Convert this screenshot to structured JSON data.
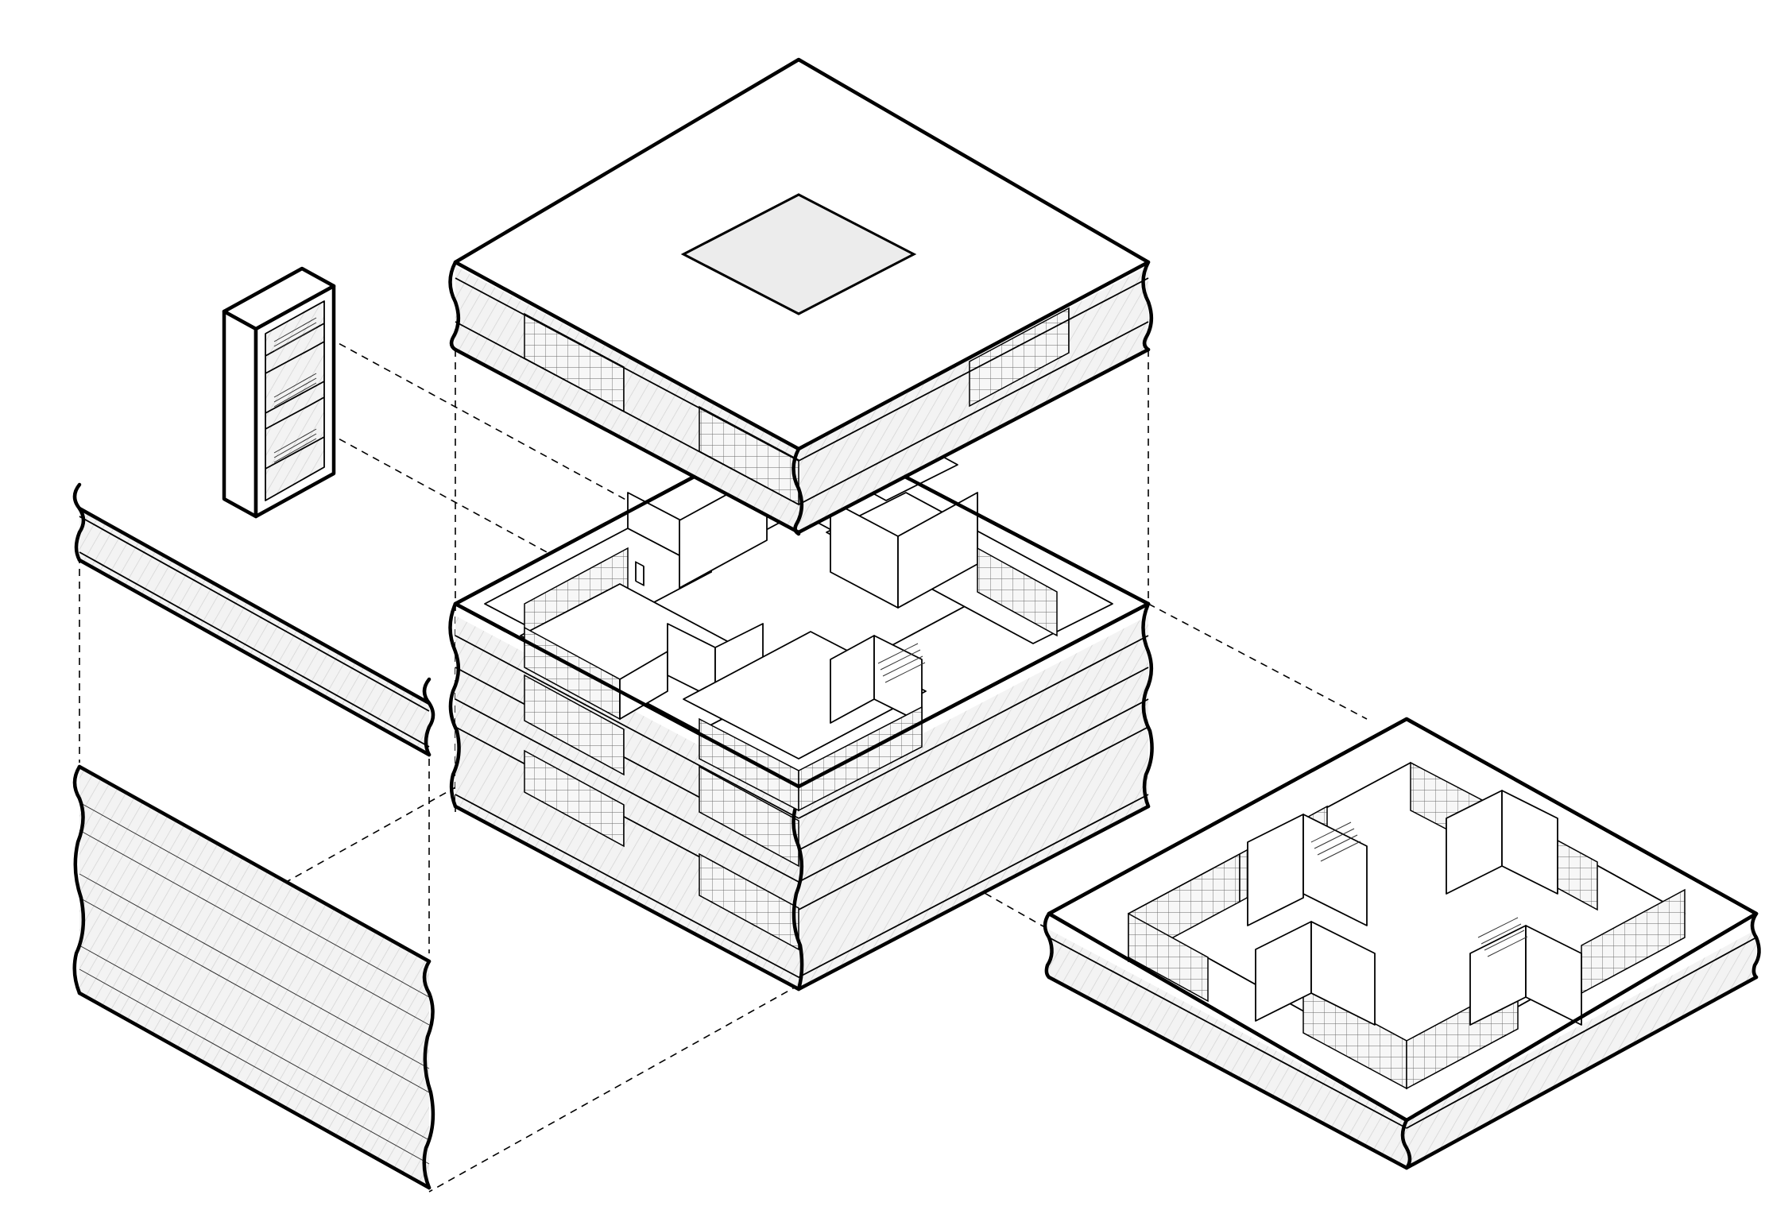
{
  "diagram": {
    "type": "exploded-axonometric",
    "components": [
      {
        "name": "roof-slab-with-skylight"
      },
      {
        "name": "stair-core"
      },
      {
        "name": "middle-floors-with-courtyard-rooms"
      },
      {
        "name": "facade-panel-upper"
      },
      {
        "name": "facade-panel-lower"
      },
      {
        "name": "ground-floor-plan-block"
      }
    ]
  }
}
